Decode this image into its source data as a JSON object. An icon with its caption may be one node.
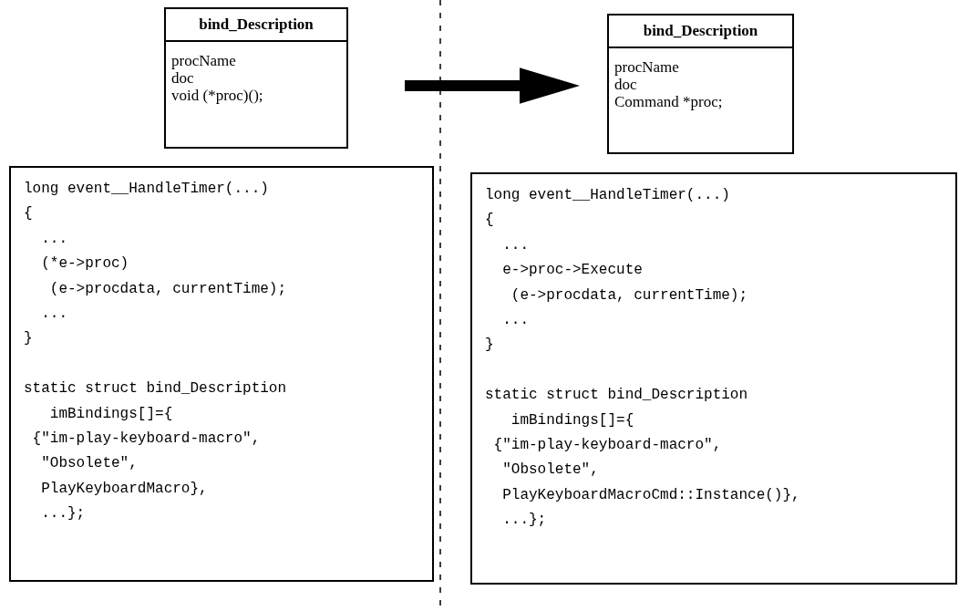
{
  "diagram": {
    "nodes": [
      {
        "text": [
          "bind_Description",
          "procName",
          "doc",
          "void (*proc)();"
        ]
      },
      {
        "text": [
          "long event__HandleTimer(...)",
          "{",
          "  ...",
          "  (*e->proc)",
          "   (e->procdata, currentTime);",
          "  ...",
          "}",
          "static struct bind_Description",
          "   imBindings[]={",
          " {\"im-play-keyboard-macro\",",
          "  \"Obsolete\",",
          "  PlayKeyboardMacro},",
          "  ...};"
        ]
      },
      {
        "text": [
          "bind_Description",
          "procName",
          "doc",
          "Command *proc;"
        ]
      },
      {
        "text": [
          "long event__HandleTimer(...)",
          "{",
          "  ...",
          "  e->proc->Execute",
          "   (e->procdata, currentTime);",
          "  ...",
          "}",
          "static struct bind_Description",
          "   imBindings[]={",
          " {\"im-play-keyboard-macro\",",
          "  \"Obsolete\",",
          "  PlayKeyboardMacroCmd::Instance()},",
          "  ...};"
        ]
      }
    ],
    "edges": [
      {
        "from": 0,
        "to": 2,
        "arrow": "to"
      }
    ]
  }
}
